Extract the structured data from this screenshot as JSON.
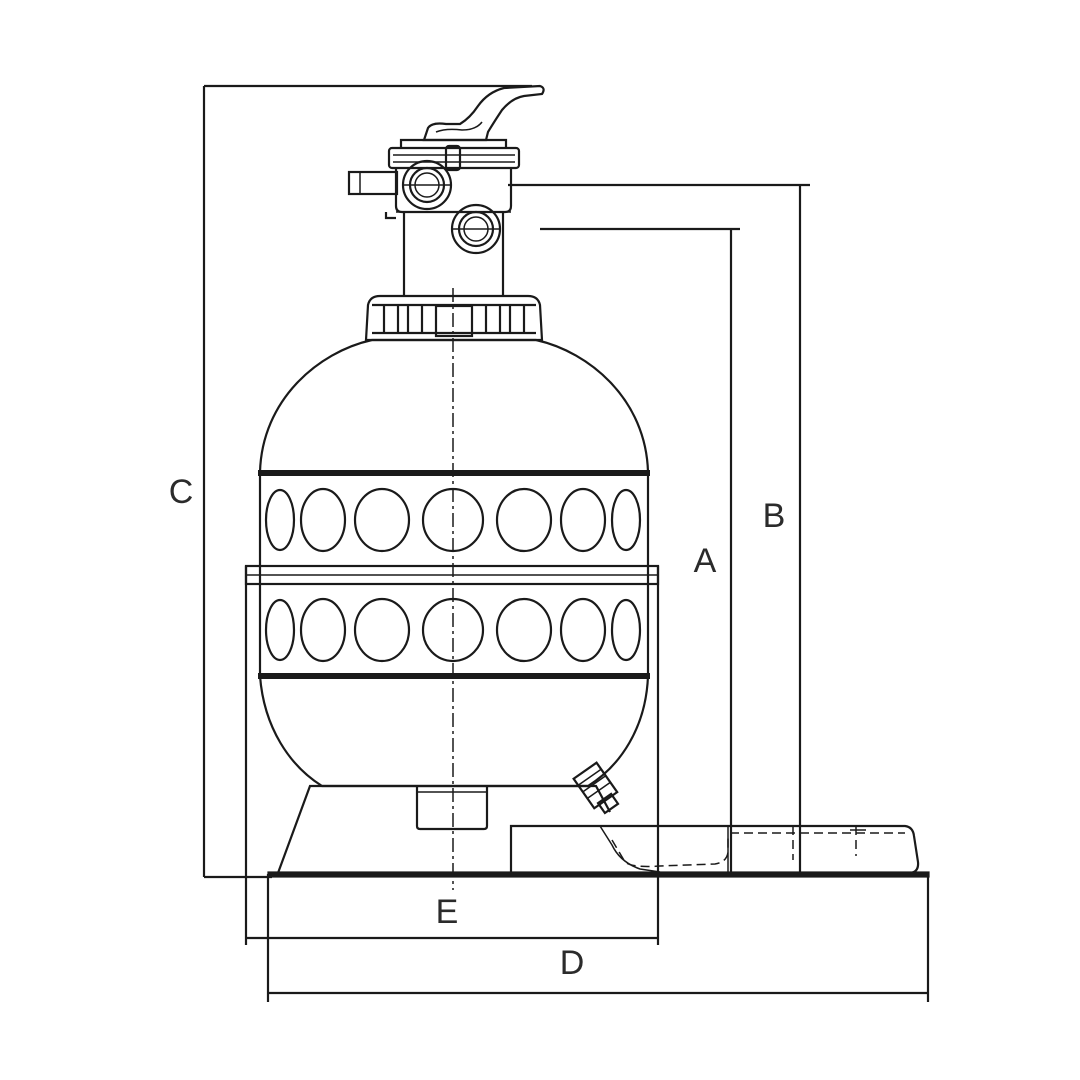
{
  "labels": {
    "a": "A",
    "b": "B",
    "c": "C",
    "d": "D",
    "e": "E"
  },
  "colors": {
    "line": "#1a1a1a",
    "label": "#2b2b2b",
    "background": "#ffffff"
  }
}
